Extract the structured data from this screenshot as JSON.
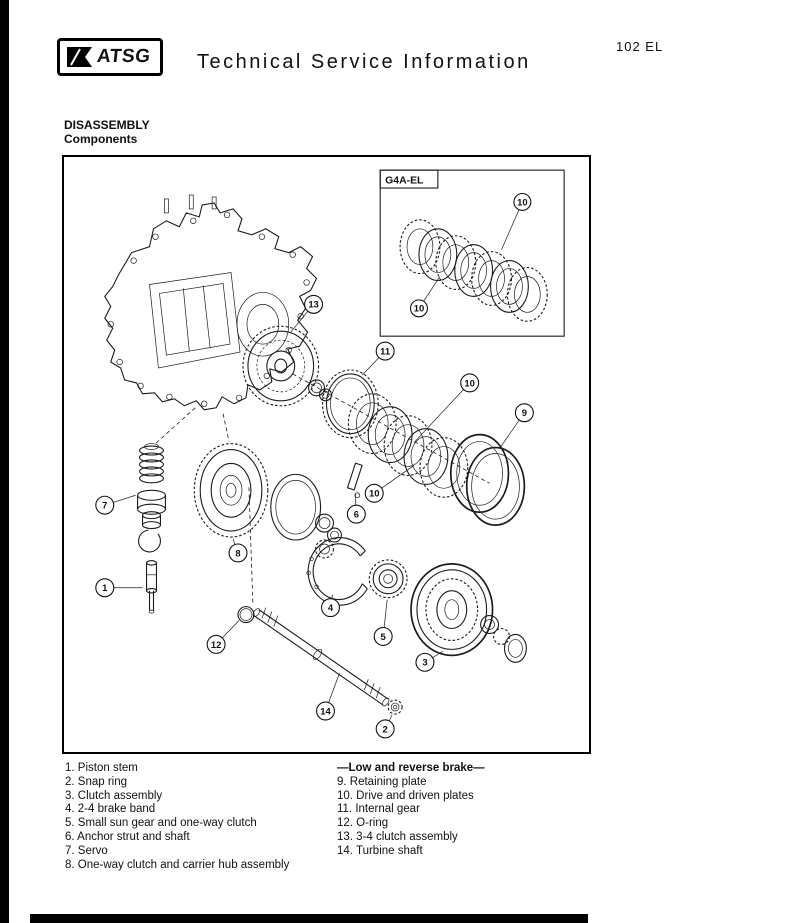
{
  "header": {
    "logo_text": "ATSG",
    "title": "Technical Service Information",
    "page_ref": "102 EL"
  },
  "section": {
    "heading": "DISASSEMBLY",
    "subheading": "Components"
  },
  "diagram": {
    "inset_label": "G4A-EL",
    "callouts": {
      "1": "1",
      "2": "2",
      "3": "3",
      "4": "4",
      "5": "5",
      "6": "6",
      "7": "7",
      "8": "8",
      "9": "9",
      "10": "10",
      "11": "11",
      "12": "12",
      "13": "13",
      "14": "14"
    }
  },
  "parts_list": {
    "left_items": [
      "1. Piston stem",
      "2. Snap ring",
      "3. Clutch assembly",
      "4. 2-4 brake band",
      "5. Small sun gear and one-way clutch",
      "6. Anchor strut and shaft",
      "7. Servo",
      "8. One-way clutch and carrier hub assembly"
    ],
    "right_title": "—Low and reverse brake—",
    "right_items": [
      "9. Retaining plate",
      "10. Drive and driven plates",
      "11. Internal gear",
      "12. O-ring",
      "13. 3-4 clutch assembly",
      "14. Turbine shaft"
    ]
  }
}
